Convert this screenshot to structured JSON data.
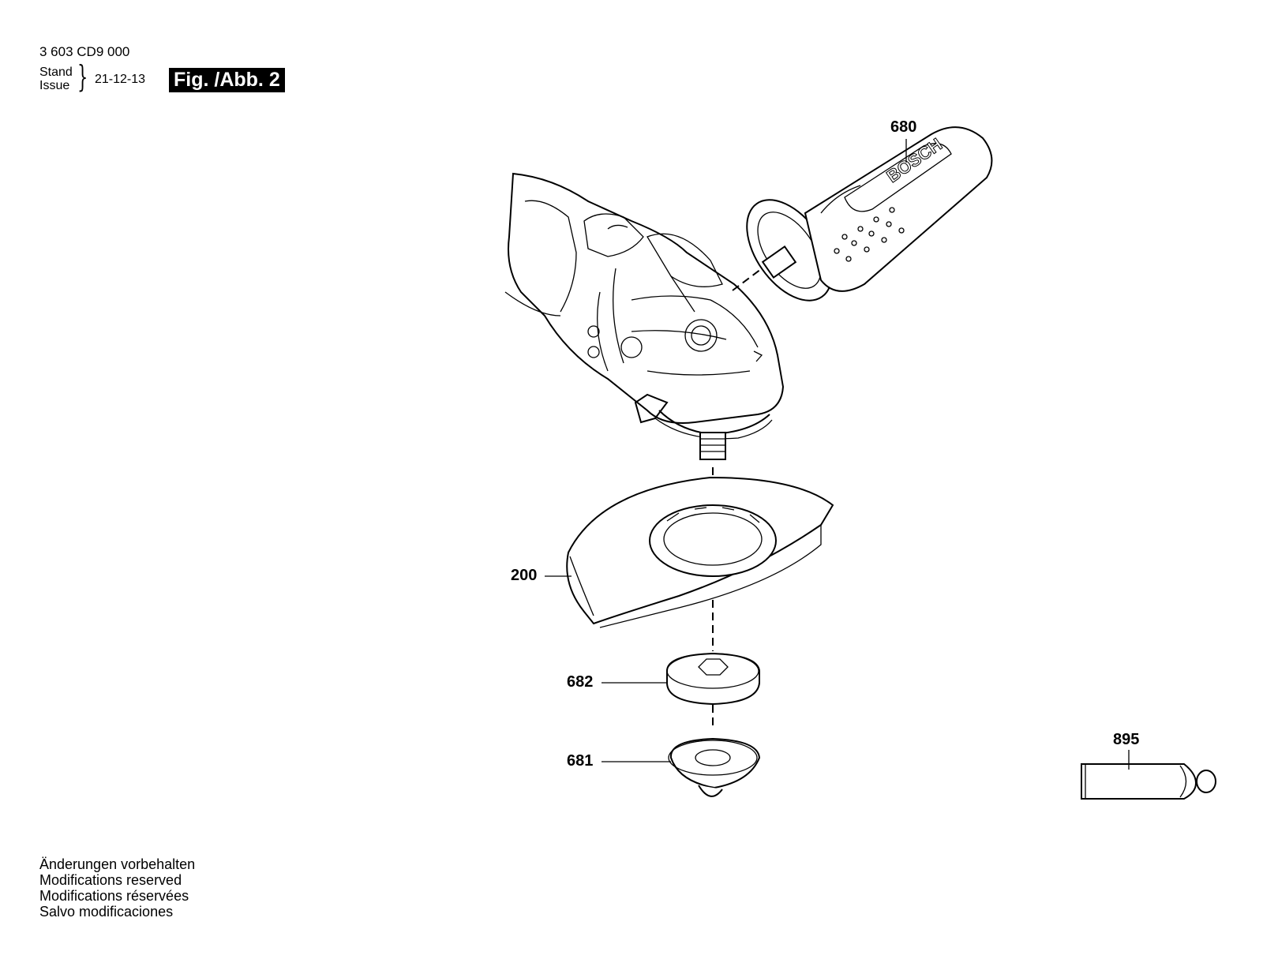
{
  "header": {
    "part_number": "3 603 CD9 000",
    "stand_label": "Stand",
    "issue_label": "Issue",
    "date": "21-12-13",
    "figure_label": "Fig. /Abb. 2"
  },
  "handle_brand": "BOSCH",
  "callouts": {
    "handle": "680",
    "guard": "200",
    "clamping_nut": "682",
    "flange": "681",
    "tube": "895"
  },
  "footer": {
    "lines": [
      "Änderungen vorbehalten",
      "Modifications reserved",
      "Modifications réservées",
      "Salvo modificaciones"
    ]
  }
}
